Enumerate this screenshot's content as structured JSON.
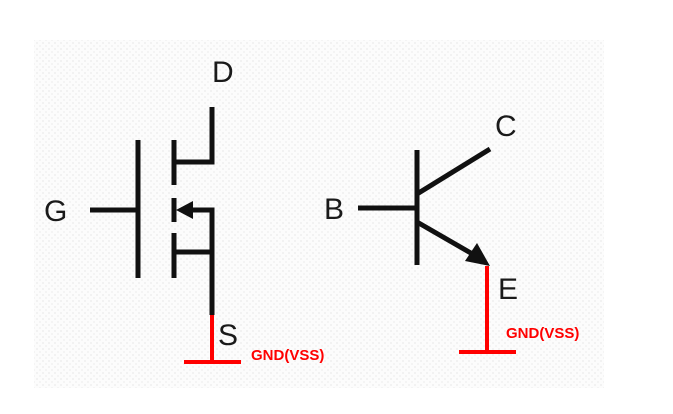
{
  "mosfet": {
    "gate_label": "G",
    "drain_label": "D",
    "source_label": "S",
    "ground_label": "GND(VSS)"
  },
  "bjt": {
    "base_label": "B",
    "collector_label": "C",
    "emitter_label": "E",
    "ground_label": "GND(VSS)"
  },
  "colors": {
    "wire": "#111111",
    "ground": "#ff0000"
  }
}
